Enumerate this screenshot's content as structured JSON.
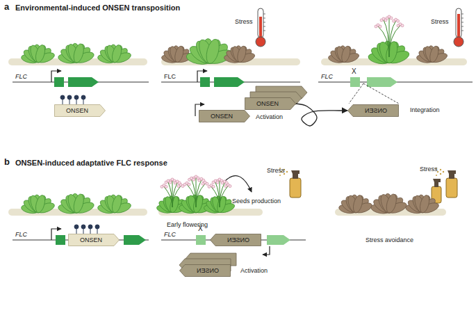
{
  "diagram": {
    "nodes": [
      {
        "text": [
          "ONSEN"
        ]
      },
      {
        "text": [
          "ONSEN"
        ]
      },
      {
        "text": [
          "ONSEN"
        ]
      },
      {
        "text": [
          "ONSEN"
        ]
      },
      {
        "text": [
          "ONSEN"
        ]
      },
      {
        "text": [
          "ONSEN"
        ]
      },
      {
        "text": [
          "ONSEN"
        ]
      }
    ],
    "edges": [
      {
        "from": 2,
        "to": 3,
        "arrow": "to"
      }
    ],
    "labels": [
      "a",
      "Environmental-induced ONSEN transposition",
      "FLC",
      "Stress",
      "FLC",
      "Activation",
      "Stress",
      "X",
      "FLC",
      "Integration",
      "b",
      "ONSEN-induced adaptative FLC response",
      "FLC",
      "Stress",
      "Early flowering",
      "Seeds production",
      "FLC",
      "X",
      "Activation",
      "Stress",
      "Stress avoidance"
    ]
  }
}
